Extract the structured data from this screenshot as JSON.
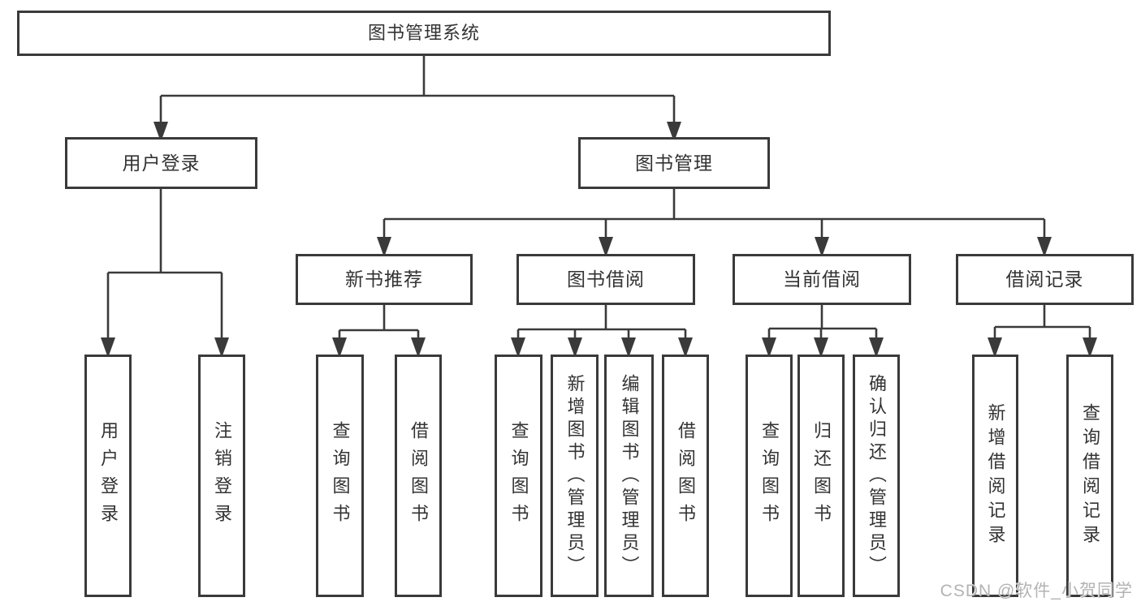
{
  "diagram_title": "图书管理系统",
  "tree": {
    "label": "图书管理系统",
    "children": [
      {
        "label": "用户登录",
        "children": [
          {
            "label": "用户登录"
          },
          {
            "label": "注销登录"
          }
        ]
      },
      {
        "label": "图书管理",
        "children": [
          {
            "label": "新书推荐",
            "children": [
              {
                "label": "查询图书"
              },
              {
                "label": "借阅图书"
              }
            ]
          },
          {
            "label": "图书借阅",
            "children": [
              {
                "label": "查询图书"
              },
              {
                "label": "新增图书（管理员）"
              },
              {
                "label": "编辑图书（管理员）"
              },
              {
                "label": "借阅图书"
              }
            ]
          },
          {
            "label": "当前借阅",
            "children": [
              {
                "label": "查询图书"
              },
              {
                "label": "归还图书"
              },
              {
                "label": "确认归还（管理员）"
              }
            ]
          },
          {
            "label": "借阅记录",
            "children": [
              {
                "label": "新增借阅记录"
              },
              {
                "label": "查询借阅记录"
              }
            ]
          }
        ]
      }
    ]
  },
  "watermark": {
    "text": "CSDN @软件_小贺同学",
    "color": "#b3b3b3"
  },
  "colors": {
    "line": "#3a3a3a",
    "box_border": "#3a3a3a",
    "box_background": "#ffffff",
    "text": "#333333",
    "page_background": "#ffffff"
  }
}
